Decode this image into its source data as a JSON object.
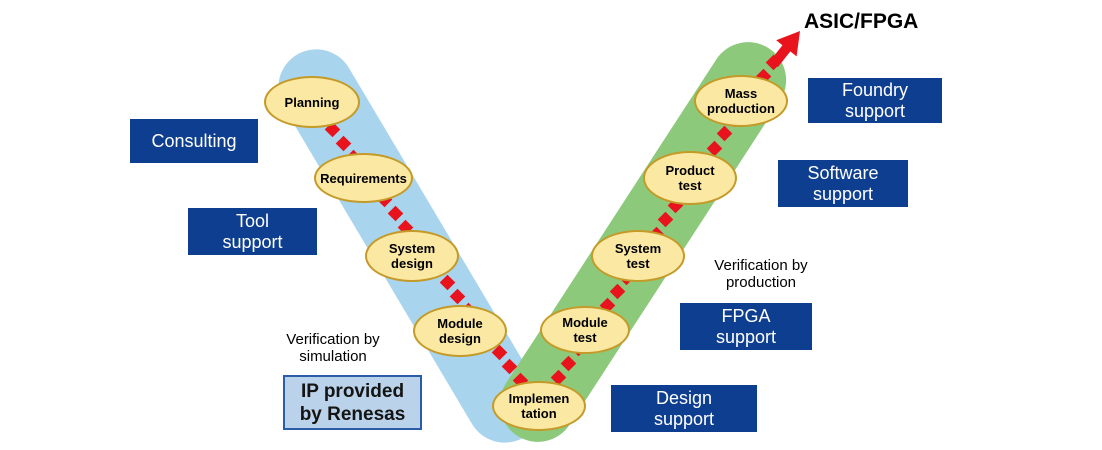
{
  "arrow_label": "ASIC/FPGA",
  "design_arm": {
    "stages": [
      {
        "line1": "Planning"
      },
      {
        "line1": "Requirements"
      },
      {
        "line1": "System",
        "line2": "design"
      },
      {
        "line1": "Module",
        "line2": "design"
      },
      {
        "line1": "Implemen",
        "line2": "tation"
      }
    ]
  },
  "test_arm": {
    "stages": [
      {
        "line1": "Module",
        "line2": "test"
      },
      {
        "line1": "System",
        "line2": "test"
      },
      {
        "line1": "Product",
        "line2": "test"
      },
      {
        "line1": "Mass",
        "line2": "production"
      }
    ]
  },
  "support_boxes": {
    "consulting": {
      "line1": "Consulting"
    },
    "tool": {
      "line1": "Tool",
      "line2": "support"
    },
    "foundry": {
      "line1": "Foundry",
      "line2": "support"
    },
    "software": {
      "line1": "Software",
      "line2": "support"
    },
    "fpga": {
      "line1": "FPGA",
      "line2": "support"
    },
    "design": {
      "line1": "Design",
      "line2": "support"
    }
  },
  "ip_box": {
    "line1": "IP provided",
    "line2": "by Renesas"
  },
  "annotations": {
    "simulation": {
      "line1": "Verification by",
      "line2": "simulation"
    },
    "production": {
      "line1": "Verification by",
      "line2": "production"
    }
  },
  "colors": {
    "design_band": "#A9D4EE",
    "test_band": "#8DC97B",
    "stage_fill": "#FAE8A3",
    "stage_border": "#C49A28",
    "support_box": "#0E3E90",
    "connector": "#E8131C",
    "ip_fill": "#BBD3EA",
    "ip_border": "#2A5CA8",
    "label_text": "#000000",
    "box_text": "#FFFFFF"
  }
}
